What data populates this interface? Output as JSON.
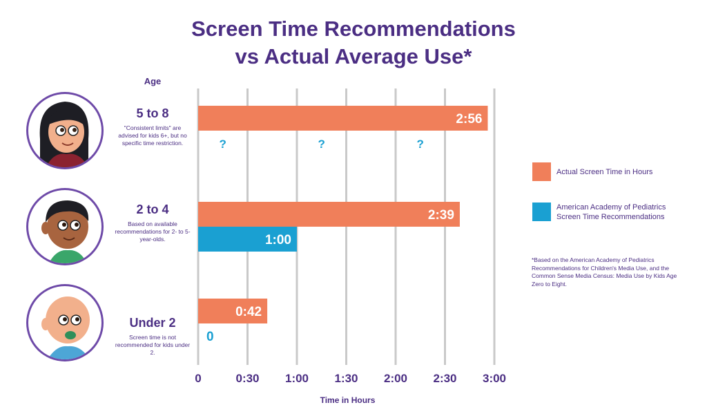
{
  "title_line1": "Screen Time Recommendations",
  "title_line2": "vs Actual Average Use*",
  "age_header": "Age",
  "groups": [
    {
      "label": "5 to 8",
      "note": "\"Consistent limits\" are advised for kids 6+, but no specific time restriction."
    },
    {
      "label": "2 to 4",
      "note": "Based on available recommendations for 2- to 5-year-olds."
    },
    {
      "label": "Under 2",
      "note": "Screen time is not recommended for kids under 2."
    }
  ],
  "legend": [
    {
      "label": "Actual Screen Time in Hours",
      "color": "#f07f5a"
    },
    {
      "label": "American Academy of Pediatrics Screen Time Recommendations",
      "color": "#1aa0d2"
    }
  ],
  "footnote": "*Based on the American Academy of Pediatrics Recommendations for Children's Media Use, and the Common Sense Media Census: Media Use by Kids Age Zero to Eight.",
  "colors": {
    "title": "#4b2e83",
    "actual": "#f07f5a",
    "recommended": "#1aa0d2",
    "grid": "#c9c9c9",
    "avatar_ring": "#6e4aa8"
  },
  "chart_data": {
    "type": "bar",
    "orientation": "horizontal",
    "categories": [
      "5 to 8",
      "2 to 4",
      "Under 2"
    ],
    "series": [
      {
        "name": "Actual Screen Time in Hours",
        "values": [
          176,
          159,
          42
        ],
        "labels": [
          "2:56",
          "2:39",
          "0:42"
        ]
      },
      {
        "name": "American Academy of Pediatrics Screen Time Recommendations",
        "values": [
          null,
          60,
          0
        ],
        "labels": [
          "?",
          "1:00",
          "0"
        ]
      }
    ],
    "unknown_markers": [
      "?",
      "?",
      "?"
    ],
    "xlabel": "Time in Hours",
    "ticks": [
      "0",
      "0:30",
      "1:00",
      "1:30",
      "2:00",
      "2:30",
      "3:00"
    ],
    "xlim": [
      0,
      180
    ],
    "grid": true,
    "legend_position": "right"
  }
}
